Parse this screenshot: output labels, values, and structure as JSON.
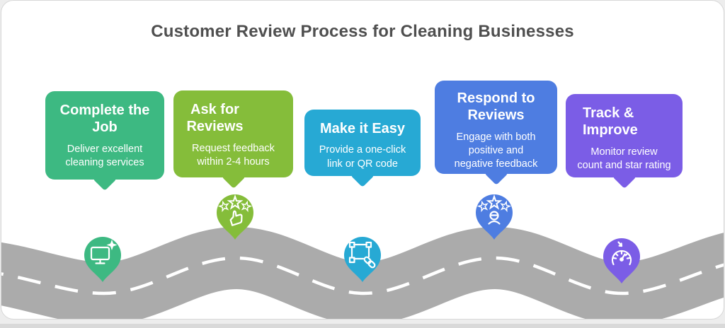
{
  "title": "Customer Review Process for Cleaning Businesses",
  "title_color": "#4f4f4f",
  "road": {
    "color": "#ababab",
    "lane_color": "#ffffff"
  },
  "cards": [
    {
      "title": "Complete the\nJob",
      "body": "Deliver excellent\ncleaning services",
      "color": "#3db982",
      "icon": "monitor-sparkle-icon"
    },
    {
      "title": "Ask for\nReviews",
      "body": "Request feedback\nwithin 2-4 hours",
      "color": "#85bd3a",
      "icon": "rating-stars-thumbs-up-icon"
    },
    {
      "title": "Make it Easy",
      "body": "Provide a one-click\nlink or QR code",
      "color": "#27a9d4",
      "icon": "selection-frame-link-icon"
    },
    {
      "title": "Respond to\nReviews",
      "body": "Engage with both\npositive and\nnegative feedback",
      "color": "#4e7de1",
      "icon": "rating-stars-person-icon"
    },
    {
      "title": "Track &\nImprove",
      "body": "Monitor review\ncount and star rating",
      "color": "#7b5de6",
      "icon": "speedometer-arrow-icon"
    }
  ]
}
